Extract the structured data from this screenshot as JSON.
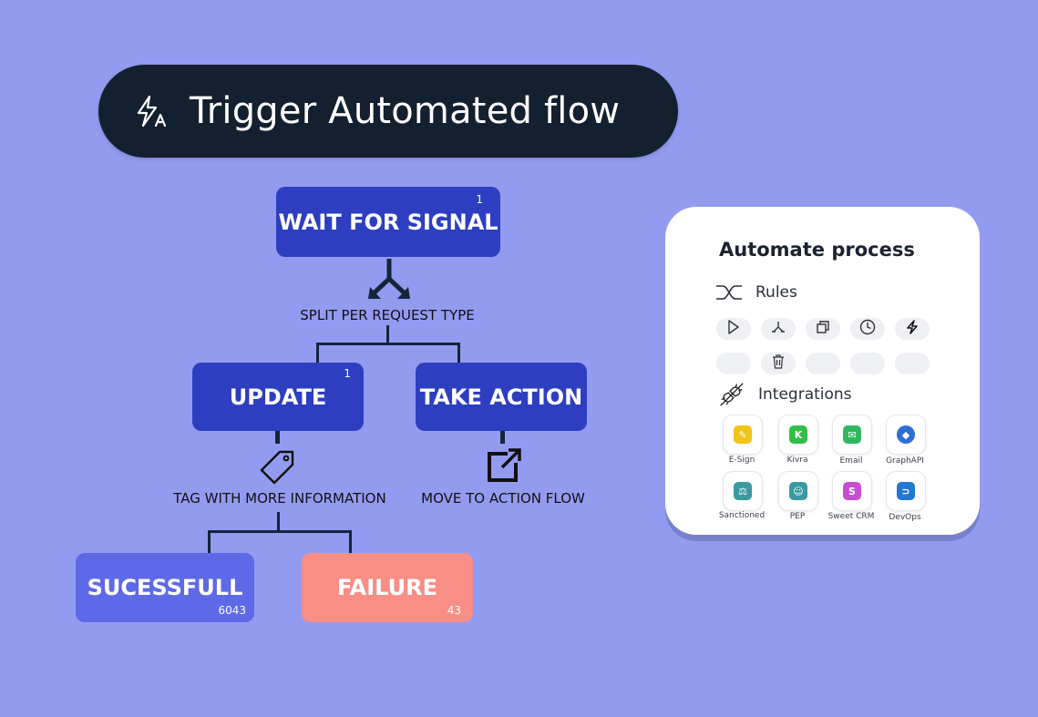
{
  "header": {
    "title": "Trigger Automated flow",
    "icon": "flash-auto-icon"
  },
  "flow": {
    "wait": {
      "label": "WAIT FOR SIGNAL",
      "count": "1"
    },
    "split_label": "SPLIT PER REQUEST TYPE",
    "update": {
      "label": "UPDATE",
      "count": "1"
    },
    "take_action": {
      "label": "TAKE ACTION"
    },
    "tag_label": "TAG WITH MORE INFORMATION",
    "move_label": "MOVE TO ACTION FLOW",
    "success": {
      "label": "SUCESSFULL",
      "count": "6043"
    },
    "failure": {
      "label": "FAILURE",
      "count": "43"
    }
  },
  "panel": {
    "title": "Automate process",
    "rules_label": "Rules",
    "integrations_label": "Integrations",
    "rule_icons": [
      "play-icon",
      "split-icon",
      "copy-icon",
      "clock-icon",
      "flash-icon",
      "",
      "trash-icon",
      "",
      "",
      ""
    ],
    "integrations": [
      {
        "name": "E-Sign",
        "icon": "esign-icon",
        "color": "#f2c318"
      },
      {
        "name": "Kivra",
        "icon": "kivra-icon",
        "color": "#2fbf4a"
      },
      {
        "name": "Email",
        "icon": "email-icon",
        "color": "#2fb85c"
      },
      {
        "name": "GraphAPI",
        "icon": "graphapi-icon",
        "color": "#2c6fd6"
      },
      {
        "name": "Sanctioned",
        "icon": "sanctioned-icon",
        "color": "#3a9aa0"
      },
      {
        "name": "PEP",
        "icon": "pep-icon",
        "color": "#3a9aa0"
      },
      {
        "name": "Sweet CRM",
        "icon": "sweetcrm-icon",
        "color": "#c54fd0"
      },
      {
        "name": "DevOps",
        "icon": "devops-icon",
        "color": "#1f78d6"
      }
    ]
  },
  "colors": {
    "background": "#939bf0",
    "node_dark": "#2d3ec0",
    "success": "#5d69e6",
    "failure": "#f88e85",
    "header_bg": "#13202f"
  }
}
